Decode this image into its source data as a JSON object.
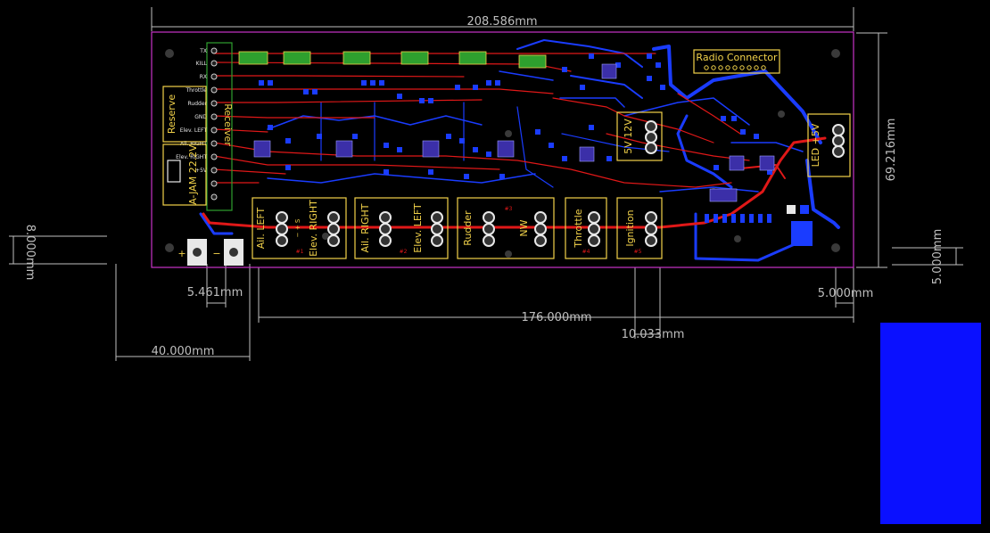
{
  "dimensions": {
    "total_width": "208.586mm",
    "board_height": "69.216mm",
    "connector_span": "176.000mm",
    "pitch": "10.033mm",
    "offset_left": "40.000mm",
    "pin_gap": "5.461mm",
    "right_margin": "5.000mm",
    "right_margin_v": "5.000mm",
    "left_height": "8.000mm"
  },
  "board": {
    "radio_connector_label": "Radio Connector",
    "header_pins": [
      "TX",
      "KILL",
      "RX",
      "Throttle",
      "Rudder",
      "GND",
      "Elev. LEFT",
      "Ail. RIGHT",
      "Elev. RIGHT",
      "+5V"
    ],
    "header_title": "Receiver",
    "reserve_label": "Reserve",
    "jam_label": "A-JAM 22.2V",
    "plus_label": "+",
    "minus_label": "−",
    "led_label": "LED +5V",
    "power_label": "5V 12V",
    "servo_labels": [
      "Ail. LEFT",
      "Elev. RIGHT",
      "Ail. RIGHT",
      "Elev. LEFT",
      "Rudder",
      "NW",
      "Throttle",
      "Ignition"
    ],
    "servo_marks": [
      "#1",
      "#2",
      "#3",
      "#4",
      "#5"
    ],
    "polarity_marks": "− + S"
  },
  "colors": {
    "background": "#000000",
    "outline": "#c832c8",
    "silkscreen": "#f2d24a",
    "top_copper": "#e01818",
    "bottom_copper": "#1a3cff",
    "pad": "#2e9f2e",
    "dimension": "#bfbfbf",
    "highlight_block": "#0a10ff"
  },
  "preview_block": {
    "name": "color-swatch"
  }
}
